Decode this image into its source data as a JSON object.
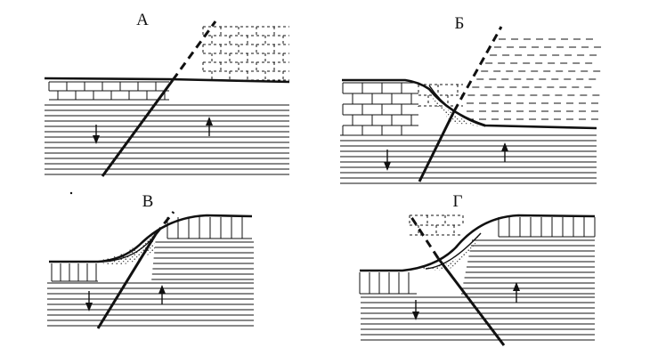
{
  "panels": [
    {
      "id": "A",
      "label": "А"
    },
    {
      "id": "B",
      "label": "Б"
    },
    {
      "id": "V",
      "label": "В"
    },
    {
      "id": "G",
      "label": "Г"
    }
  ],
  "arrows": {
    "down_symbol": "↓",
    "up_symbol": "↑"
  },
  "colors": {
    "ink": "#111111",
    "background": "#ffffff"
  }
}
